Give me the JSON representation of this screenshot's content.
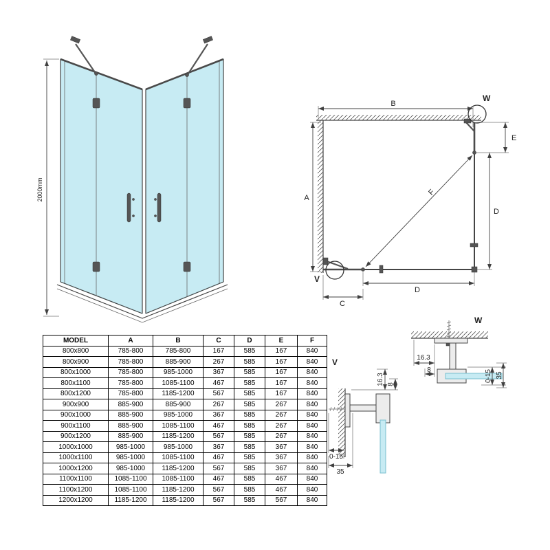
{
  "colors": {
    "glass": "#c7ebf3",
    "glassEdge": "#79bfcf",
    "line": "#404040"
  },
  "iso": {
    "height_dim": "2000mm"
  },
  "plan": {
    "dim_a": "A",
    "dim_b": "B",
    "dim_c": "C",
    "dim_d_right": "D",
    "dim_d_bottom": "D",
    "dim_e": "E",
    "dim_f": "F",
    "detail_w": "W",
    "detail_v": "V"
  },
  "detail_w": {
    "label": "W",
    "dim_163": "16.3",
    "dim_8": "8",
    "dim_015": "0-15",
    "dim_35": "35"
  },
  "detail_v": {
    "label": "V",
    "dim_163": "16.3",
    "dim_8": "8",
    "dim_015": "0-15",
    "dim_35": "35"
  },
  "table": {
    "headers": [
      "MODEL",
      "A",
      "B",
      "C",
      "D",
      "E",
      "F"
    ],
    "rows": [
      [
        "800x800",
        "785-800",
        "785-800",
        "167",
        "585",
        "167",
        "840"
      ],
      [
        "800x900",
        "785-800",
        "885-900",
        "267",
        "585",
        "167",
        "840"
      ],
      [
        "800x1000",
        "785-800",
        "985-1000",
        "367",
        "585",
        "167",
        "840"
      ],
      [
        "800x1100",
        "785-800",
        "1085-1100",
        "467",
        "585",
        "167",
        "840"
      ],
      [
        "800x1200",
        "785-800",
        "1185-1200",
        "567",
        "585",
        "167",
        "840"
      ],
      [
        "900x900",
        "885-900",
        "885-900",
        "267",
        "585",
        "267",
        "840"
      ],
      [
        "900x1000",
        "885-900",
        "985-1000",
        "367",
        "585",
        "267",
        "840"
      ],
      [
        "900x1100",
        "885-900",
        "1085-1100",
        "467",
        "585",
        "267",
        "840"
      ],
      [
        "900x1200",
        "885-900",
        "1185-1200",
        "567",
        "585",
        "267",
        "840"
      ],
      [
        "1000x1000",
        "985-1000",
        "985-1000",
        "367",
        "585",
        "367",
        "840"
      ],
      [
        "1000x1100",
        "985-1000",
        "1085-1100",
        "467",
        "585",
        "367",
        "840"
      ],
      [
        "1000x1200",
        "985-1000",
        "1185-1200",
        "567",
        "585",
        "367",
        "840"
      ],
      [
        "1100x1100",
        "1085-1100",
        "1085-1100",
        "467",
        "585",
        "467",
        "840"
      ],
      [
        "1100x1200",
        "1085-1100",
        "1185-1200",
        "567",
        "585",
        "467",
        "840"
      ],
      [
        "1200x1200",
        "1185-1200",
        "1185-1200",
        "567",
        "585",
        "567",
        "840"
      ]
    ]
  }
}
